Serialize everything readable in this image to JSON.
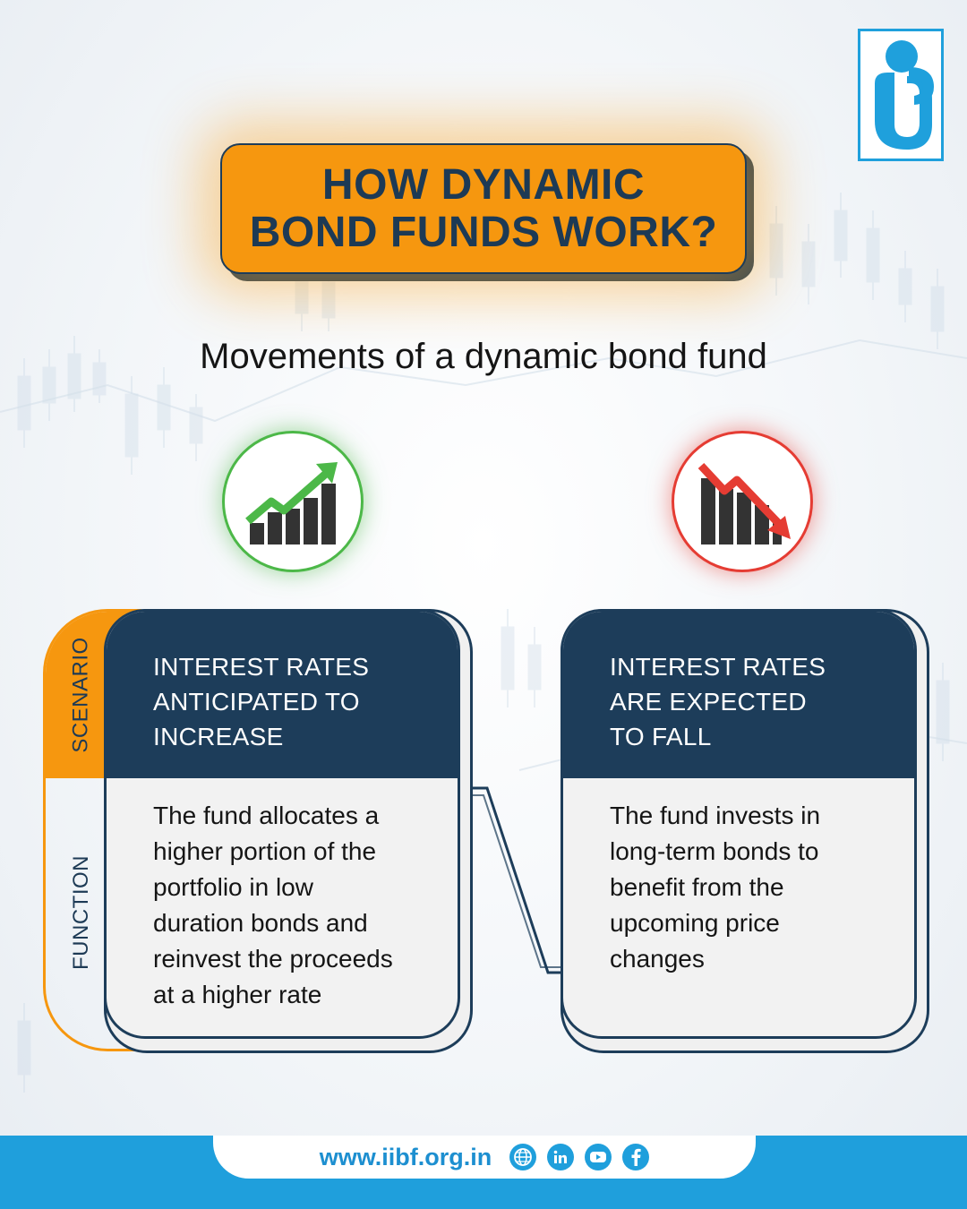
{
  "title": {
    "lines": [
      "HOW DYNAMIC",
      "BOND FUNDS WORK?"
    ]
  },
  "subtitle": "Movements of a dynamic bond fund",
  "side_tab": {
    "top_label": "SCENARIO",
    "bottom_label": "FUNCTION"
  },
  "cards": [
    {
      "icon": "chart-up-icon",
      "scenario_lines": [
        "INTEREST RATES",
        "ANTICIPATED TO",
        "INCREASE"
      ],
      "function_lines": [
        "The fund allocates a",
        "higher portion of the",
        "portfolio in low",
        "duration bonds and",
        "reinvest the proceeds",
        "at a higher rate"
      ]
    },
    {
      "icon": "chart-down-icon",
      "scenario_lines": [
        "INTEREST RATES",
        "ARE EXPECTED",
        "TO FALL"
      ],
      "function_lines": [
        "The fund invests in",
        "long-term bonds to",
        "benefit from the",
        "upcoming price",
        "changes"
      ]
    }
  ],
  "footer": {
    "website": "www.iibf.org.in",
    "socials": [
      "globe-icon",
      "linkedin-icon",
      "youtube-icon",
      "facebook-icon"
    ]
  },
  "colors": {
    "navy": "#1d3d5a",
    "orange": "#f6970f",
    "green": "#4cb848",
    "red": "#e53c33",
    "blue": "#1f9fdc"
  }
}
